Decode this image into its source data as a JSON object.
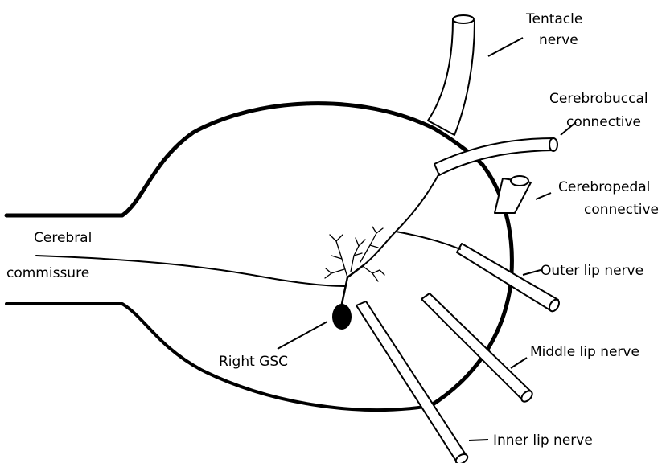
{
  "colors": {
    "ink": "#000000",
    "paper": "#ffffff"
  },
  "labels": {
    "tentacle_nerve": [
      "Tentacle",
      "nerve"
    ],
    "cerebrobuccal_connective": [
      "Cerebrobuccal",
      "connective"
    ],
    "cerebropedal_connective": [
      "Cerebropedal",
      "connective"
    ],
    "cerebral_commissure": [
      "Cerebral",
      "commissure"
    ],
    "outer_lip_nerve": "Outer lip nerve",
    "middle_lip_nerve": "Middle lip nerve",
    "inner_lip_nerve": "Inner lip nerve",
    "right_gsc": "Right GSC"
  }
}
